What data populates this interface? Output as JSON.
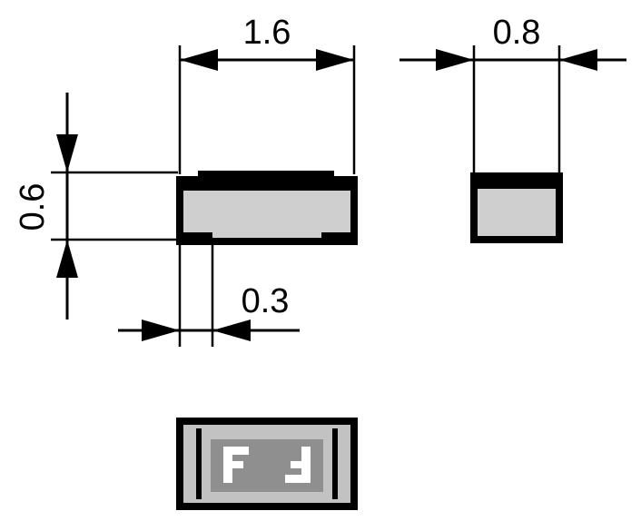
{
  "dimensions": {
    "length": "1.6",
    "width": "0.8",
    "height": "0.6",
    "terminal": "0.3"
  },
  "marking": {
    "left_letter": "F",
    "right_letter": "F"
  },
  "colors": {
    "body_fill": "#cfcfcf",
    "outline": "#000000",
    "top_fill": "#c2c2c2",
    "marking_window": "#8f8f8f",
    "marking_text": "#ffffff"
  }
}
